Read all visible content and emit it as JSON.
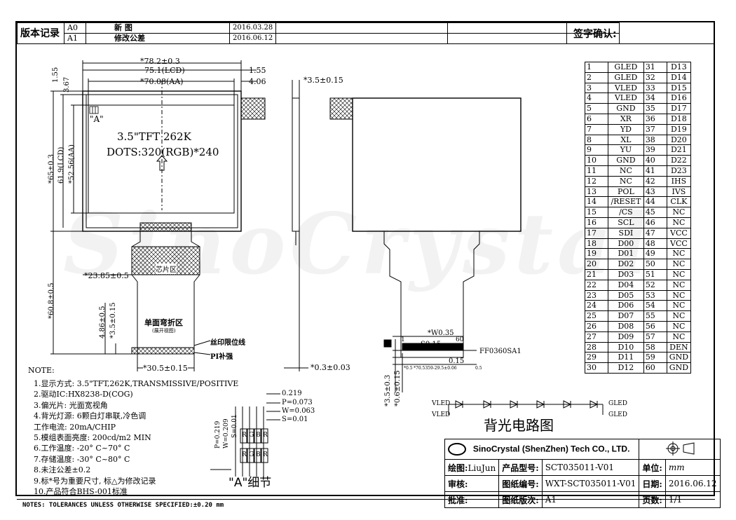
{
  "revision": {
    "title": "版本记录",
    "rows": [
      {
        "rev": "A0",
        "desc": "新 图",
        "date": "2016.03.28"
      },
      {
        "rev": "A1",
        "desc": "修改公差",
        "date": "2016.06.12"
      }
    ],
    "signature_label": "签字确认:"
  },
  "front_view": {
    "dims_top": [
      "*78.2±0.3",
      "75.1(LCD)",
      "*70.08(AA)"
    ],
    "dims_right": [
      "1.55",
      "4.06"
    ],
    "dims_left_top": [
      "1.55",
      "3.67"
    ],
    "dims_vertical": [
      "*65±0.3",
      "61.9(LCD)",
      "*52.56(AA)"
    ],
    "marker": "\"A\"",
    "spec_line1": "3.5\"TFT 262K",
    "spec_line2": "DOTS:320(RGB)*240",
    "fpc_chip": "芯片区",
    "fpc_offset": "*23.85±0.5",
    "bend_area": "单面弯折区",
    "bend_sub": "(展开视图)",
    "silk_label": "丝印限位线",
    "pi_label": "PI补强",
    "total_height": "*60.8±0.5",
    "fpc_dims": [
      "4.86±0.5",
      "*3.5±0.15"
    ],
    "fpc_width": "*30.5±0.15"
  },
  "side_view": {
    "thickness": "*3.5±0.15",
    "fpc_thickness": "*0.3±0.03"
  },
  "back_view": {
    "pitch": "*W0.35",
    "s_value": "S0.15",
    "pin_count_label": "60",
    "pin_one": "1",
    "part_label": "FF0360SA1",
    "tol": "0.15",
    "small_dims": [
      "*0.5",
      "*70.5359-29.5±0.06",
      "0.5"
    ],
    "left_dims": [
      "*3.5±0.3",
      "*0.6±0.15"
    ]
  },
  "pin_table": [
    [
      "1",
      "GLED",
      "31",
      "D13"
    ],
    [
      "2",
      "GLED",
      "32",
      "D14"
    ],
    [
      "3",
      "VLED",
      "33",
      "D15"
    ],
    [
      "4",
      "VLED",
      "34",
      "D16"
    ],
    [
      "5",
      "GND",
      "35",
      "D17"
    ],
    [
      "6",
      "XR",
      "36",
      "D18"
    ],
    [
      "7",
      "YD",
      "37",
      "D19"
    ],
    [
      "8",
      "XL",
      "38",
      "D20"
    ],
    [
      "9",
      "YU",
      "39",
      "D21"
    ],
    [
      "10",
      "GND",
      "40",
      "D22"
    ],
    [
      "11",
      "NC",
      "41",
      "D23"
    ],
    [
      "12",
      "NC",
      "42",
      "IHS"
    ],
    [
      "13",
      "POL",
      "43",
      "IVS"
    ],
    [
      "14",
      "/RESET",
      "44",
      "CLK"
    ],
    [
      "15",
      "/CS",
      "45",
      "NC"
    ],
    [
      "16",
      "SCL",
      "46",
      "NC"
    ],
    [
      "17",
      "SDI",
      "47",
      "VCC"
    ],
    [
      "18",
      "D00",
      "48",
      "VCC"
    ],
    [
      "19",
      "D01",
      "49",
      "NC"
    ],
    [
      "20",
      "D02",
      "50",
      "NC"
    ],
    [
      "21",
      "D03",
      "51",
      "NC"
    ],
    [
      "22",
      "D04",
      "52",
      "NC"
    ],
    [
      "23",
      "D05",
      "53",
      "NC"
    ],
    [
      "24",
      "D06",
      "54",
      "NC"
    ],
    [
      "25",
      "D07",
      "55",
      "NC"
    ],
    [
      "26",
      "D08",
      "56",
      "NC"
    ],
    [
      "27",
      "D09",
      "57",
      "NC"
    ],
    [
      "28",
      "D10",
      "58",
      "DEN"
    ],
    [
      "29",
      "D11",
      "59",
      "GND"
    ],
    [
      "30",
      "D12",
      "60",
      "GND"
    ]
  ],
  "backlight": {
    "title": "背光电路图",
    "vled1": "VLED",
    "vled2": "VLED",
    "gled1": "GLED",
    "gled2": "GLED"
  },
  "detail_a": {
    "title": "\"A\"细节",
    "dims_right": [
      "0.219",
      "P=0.073",
      "W=0.063",
      "S=0.01"
    ],
    "dims_left": [
      "P=0.219",
      "W=0.209",
      "S=0.01"
    ],
    "pixels": [
      "R",
      "G",
      "B",
      "R"
    ]
  },
  "notes": {
    "header": "NOTE:",
    "items": [
      "1.显示方式: 3.5\"TFT,262K,TRANSMISSIVE/POSITIVE",
      "2.驱动IC:HX8238-D(COG)",
      "3.偏光片: 光面宽视角",
      "4.背光灯源: 6颗白灯串联,冷色调",
      "  工作电流: 20mA/CHIP",
      "5.模组表面亮度: 200cd/m2 MIN",
      "6.工作温度: -20° C~70° C",
      "7.存储温度: -30° C~80° C",
      "8.未注公差±0.2",
      "9.标*号为重要尺寸, 标△为修改记录",
      "10.产品符合BHS-001标准"
    ],
    "footer": "NOTES: TOLERANCES UNLESS OTHERWISE SPECIFIED:±0.20 mm"
  },
  "title_block": {
    "company": "SinoCrystal (ShenZhen) Tech CO., LTD.",
    "draw_label": "绘图:",
    "draw_value": "LiuJun",
    "model_label": "产品型号:",
    "model_value": "SCT035011-V01",
    "unit_label": "单位:",
    "unit_value": "mm",
    "check_label": "审核:",
    "drawing_no_label": "图纸编号:",
    "drawing_no_value": "WXT-SCT035011-V01",
    "date_label": "日期:",
    "date_value": "2016.06.12",
    "approve_label": "批准:",
    "version_label": "图纸版次:",
    "version_value": "A1",
    "page_label": "页数:",
    "page_value": "1/1"
  },
  "watermark": "SinoCrystal"
}
